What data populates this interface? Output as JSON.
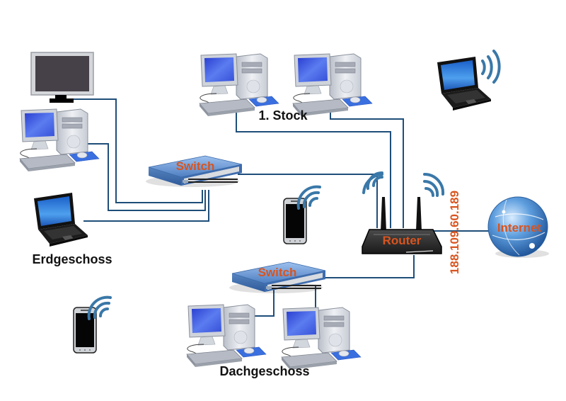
{
  "title": "Heimnetzwerk",
  "colors": {
    "cable": "#1f4e79",
    "wave": "#3a78a8",
    "label_accent": "#d9541e",
    "label_dark": "#111111",
    "screen_blue": "#3f5fe0",
    "switch_blue": "#5b8fd0",
    "router_body": "#2b2b2b"
  },
  "zones": {
    "ground_floor": "Erdgeschoss",
    "first_floor": "1. Stock",
    "attic": "Dachgeschoss"
  },
  "devices": {
    "switch_top": {
      "label": "Switch",
      "icon": "network-switch-icon"
    },
    "switch_bottom": {
      "label": "Switch",
      "icon": "network-switch-icon"
    },
    "router": {
      "label": "Router",
      "icon": "router-icon"
    },
    "internet": {
      "label": "Internet",
      "icon": "globe-icon"
    },
    "ip_address": "188.109.60.189"
  },
  "nodes": [
    {
      "id": "monitor-eg",
      "zone": "Erdgeschoss",
      "type": "monitor",
      "icon": "monitor-icon"
    },
    {
      "id": "pc-eg",
      "zone": "Erdgeschoss",
      "type": "desktop-pc",
      "icon": "desktop-pc-icon"
    },
    {
      "id": "laptop-eg",
      "zone": "Erdgeschoss",
      "type": "laptop",
      "icon": "laptop-icon"
    },
    {
      "id": "phone-eg",
      "zone": "Erdgeschoss",
      "type": "smartphone-wireless",
      "icon": "smartphone-icon"
    },
    {
      "id": "pc-1st-a",
      "zone": "1. Stock",
      "type": "desktop-pc",
      "icon": "desktop-pc-icon"
    },
    {
      "id": "pc-1st-b",
      "zone": "1. Stock",
      "type": "desktop-pc",
      "icon": "desktop-pc-icon"
    },
    {
      "id": "laptop-wireless",
      "zone": "",
      "type": "laptop-wireless",
      "icon": "laptop-icon"
    },
    {
      "id": "phone-center",
      "zone": "",
      "type": "smartphone-wireless",
      "icon": "smartphone-icon"
    },
    {
      "id": "pc-dg-a",
      "zone": "Dachgeschoss",
      "type": "desktop-pc",
      "icon": "desktop-pc-icon"
    },
    {
      "id": "pc-dg-b",
      "zone": "Dachgeschoss",
      "type": "desktop-pc",
      "icon": "desktop-pc-icon"
    }
  ],
  "links": [
    {
      "from": "monitor-eg",
      "to": "switch_top",
      "kind": "wired"
    },
    {
      "from": "pc-eg",
      "to": "switch_top",
      "kind": "wired"
    },
    {
      "from": "laptop-eg",
      "to": "switch_top",
      "kind": "wired"
    },
    {
      "from": "switch_top",
      "to": "router",
      "kind": "wired"
    },
    {
      "from": "pc-1st-a",
      "to": "router",
      "kind": "wired"
    },
    {
      "from": "pc-1st-b",
      "to": "router",
      "kind": "wired"
    },
    {
      "from": "router",
      "to": "switch_bottom",
      "kind": "wired"
    },
    {
      "from": "switch_bottom",
      "to": "pc-dg-a",
      "kind": "wired"
    },
    {
      "from": "switch_bottom",
      "to": "pc-dg-b",
      "kind": "wired"
    },
    {
      "from": "router",
      "to": "internet",
      "kind": "wired"
    },
    {
      "from": "laptop-wireless",
      "to": "router",
      "kind": "wireless"
    },
    {
      "from": "phone-center",
      "to": "router",
      "kind": "wireless"
    },
    {
      "from": "phone-eg",
      "to": "router",
      "kind": "wireless"
    }
  ]
}
